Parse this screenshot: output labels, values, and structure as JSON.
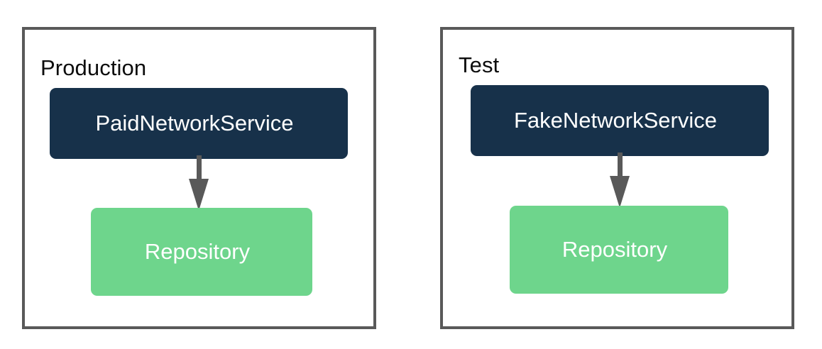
{
  "diagram": {
    "type": "dependency-injection-comparison",
    "colors": {
      "container_border": "#595959",
      "service_node_fill": "#17314a",
      "repository_node_fill": "#6ed58c",
      "node_label_text": "#ffffff",
      "container_title_text": "#0d0d0d",
      "arrow": "#595959",
      "background": "#ffffff"
    },
    "environments": [
      {
        "id": "production",
        "title": "Production",
        "nodes": [
          {
            "id": "prod-service",
            "label": "PaidNetworkService",
            "role": "network-service"
          },
          {
            "id": "prod-repository",
            "label": "Repository",
            "role": "repository"
          }
        ],
        "edges": [
          {
            "from": "prod-service",
            "to": "prod-repository",
            "style": "solid-arrow",
            "direction": "down"
          }
        ]
      },
      {
        "id": "test",
        "title": "Test",
        "nodes": [
          {
            "id": "test-service",
            "label": "FakeNetworkService",
            "role": "network-service"
          },
          {
            "id": "test-repository",
            "label": "Repository",
            "role": "repository"
          }
        ],
        "edges": [
          {
            "from": "test-service",
            "to": "test-repository",
            "style": "solid-arrow",
            "direction": "down"
          }
        ]
      }
    ]
  }
}
